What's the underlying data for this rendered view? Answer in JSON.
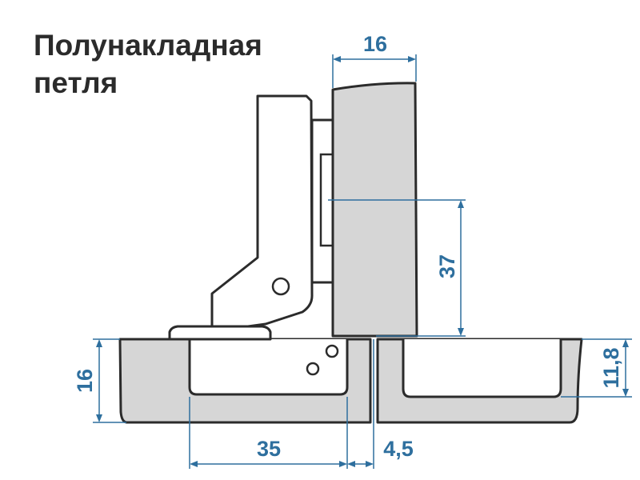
{
  "title": {
    "line1": "Полунакладная",
    "line2": "петля"
  },
  "dimensions": {
    "door_thickness": "16",
    "hinge_offset": "37",
    "panel_thickness": "16",
    "cup_depth": "11,8",
    "cup_distance": "35",
    "gap": "4,5"
  },
  "colors": {
    "outline": "#2b2b2b",
    "panel_fill": "#d6d6d6",
    "dimension": "#2e6f9e",
    "background": "#ffffff"
  }
}
